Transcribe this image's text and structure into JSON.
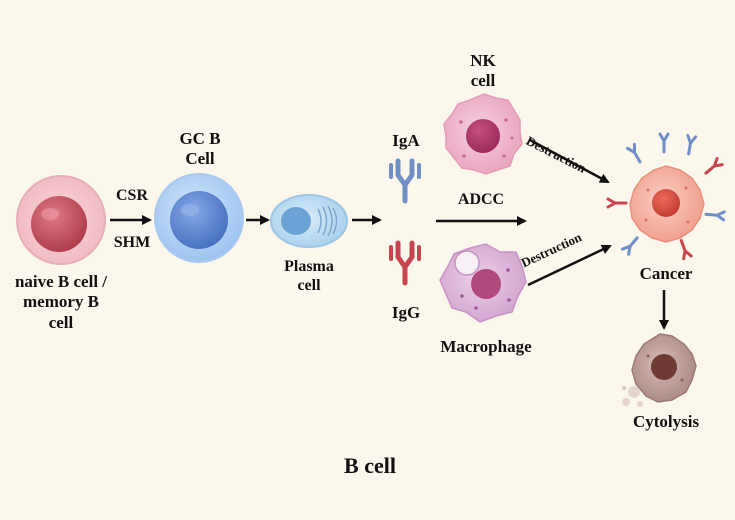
{
  "diagram": {
    "cells": {
      "naive": "naive B cell /\nmemory B\ncell",
      "gc": "GC B\nCell",
      "plasma": "Plasma\ncell",
      "nk": "NK\ncell",
      "macrophage": "Macrophage",
      "cancer": "Cancer",
      "cytolysis": "Cytolysis"
    },
    "processes": {
      "csr": "CSR",
      "shm": "SHM",
      "adcc": "ADCC",
      "destruction_top": "Destruction",
      "destruction_bottom": "Destruction"
    },
    "antibodies": {
      "iga": "IgA",
      "igg": "IgG"
    },
    "title": "B cell"
  },
  "colors": {
    "background": "#fcf7ed",
    "iga": "#6f8fc6",
    "igg": "#c8444f",
    "naive_nucleus": "#c44d5a",
    "gc_cell": "#6d93d6",
    "nk_cell": "#e7a3bd",
    "macrophage": "#d9b2d6",
    "cancer": "#f2a089",
    "cytolysis": "#a88780"
  }
}
